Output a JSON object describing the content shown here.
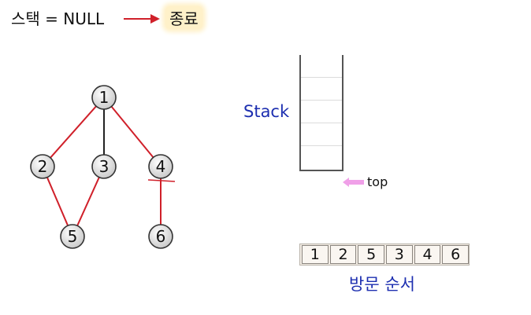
{
  "header": {
    "status_text": "스택 = NULL",
    "result_text": "종료"
  },
  "graph": {
    "nodes": [
      {
        "id": "1",
        "label": "1"
      },
      {
        "id": "2",
        "label": "2"
      },
      {
        "id": "3",
        "label": "3"
      },
      {
        "id": "4",
        "label": "4"
      },
      {
        "id": "5",
        "label": "5"
      },
      {
        "id": "6",
        "label": "6"
      }
    ],
    "edges": [
      {
        "from": "1",
        "to": "2",
        "color": "#d0202a"
      },
      {
        "from": "1",
        "to": "3",
        "color": "#222222"
      },
      {
        "from": "1",
        "to": "4",
        "color": "#d0202a"
      },
      {
        "from": "2",
        "to": "5",
        "color": "#d0202a"
      },
      {
        "from": "3",
        "to": "5",
        "color": "#d0202a"
      },
      {
        "from": "4",
        "to": "6",
        "color": "#d0202a"
      }
    ]
  },
  "stack": {
    "label": "Stack",
    "top_label": "top",
    "items": []
  },
  "visit_order": {
    "label": "방문 순서",
    "items": [
      "1",
      "2",
      "5",
      "3",
      "4",
      "6"
    ]
  },
  "colors": {
    "accent_red": "#d0202a",
    "label_blue": "#1d2fb0",
    "pointer_pink": "#f0a0e8",
    "highlight": "#fff1c9"
  }
}
